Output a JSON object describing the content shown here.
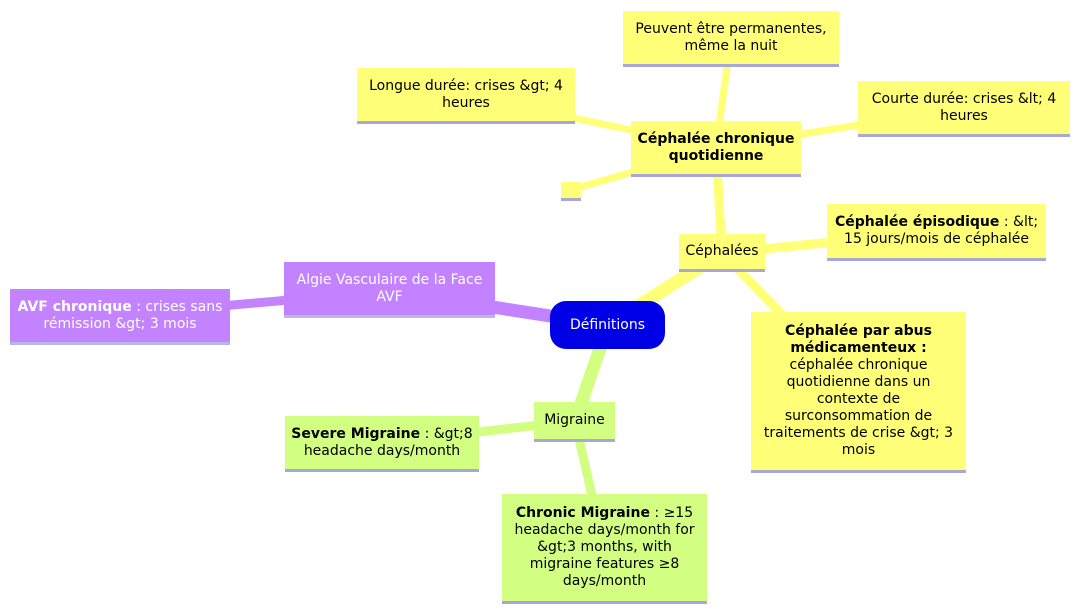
{
  "colors": {
    "root": "#0000e6",
    "cephalees_branch": "#ffff78",
    "migraine_branch": "#d2ff82",
    "avf_branch": "#c382ff",
    "underline": "#a8a8d8"
  },
  "mindmap": {
    "root": {
      "label": "Définitions"
    },
    "cephalees": {
      "label": "Céphalées",
      "chronique_quotidienne": {
        "label_line1": "Céphalée chronique",
        "label_line2": "quotidienne",
        "permanentes": {
          "line1": "Peuvent être permanentes,",
          "line2": "même la nuit"
        },
        "longue_duree": {
          "line1": "Longue durée: crises &gt; 4",
          "line2": "heures"
        },
        "courte_duree": {
          "line1": "Courte durée: crises &lt; 4",
          "line2": "heures"
        }
      },
      "episodique": {
        "term": "Céphalée épisodique",
        "line1_rest": " : &lt;",
        "line2": "15 jours/mois de céphalée"
      },
      "abus": {
        "term_line1": "Céphalée par abus",
        "term_line2": "médicamenteux :",
        "lines": [
          "céphalée chronique",
          "quotidienne dans un",
          "contexte de",
          "surconsommation de",
          "traitements de crise &gt; 3",
          "mois"
        ]
      }
    },
    "avf": {
      "label_line1": "Algie Vasculaire de la Face",
      "label_line2": "AVF",
      "chronique": {
        "term": "AVF chronique",
        "line1_rest": " : crises sans",
        "line2": "rémission &gt; 3 mois"
      }
    },
    "migraine": {
      "label": "Migraine",
      "severe": {
        "term": "Severe Migraine",
        "line1_rest": " : &gt;8",
        "line2": "headache days/month"
      },
      "chronic": {
        "term": "Chronic Migraine",
        "line1_rest": " : ≥15",
        "lines": [
          "headache days/month for",
          "&gt;3 months, with",
          "migraine features ≥8",
          "days/month"
        ]
      }
    }
  }
}
